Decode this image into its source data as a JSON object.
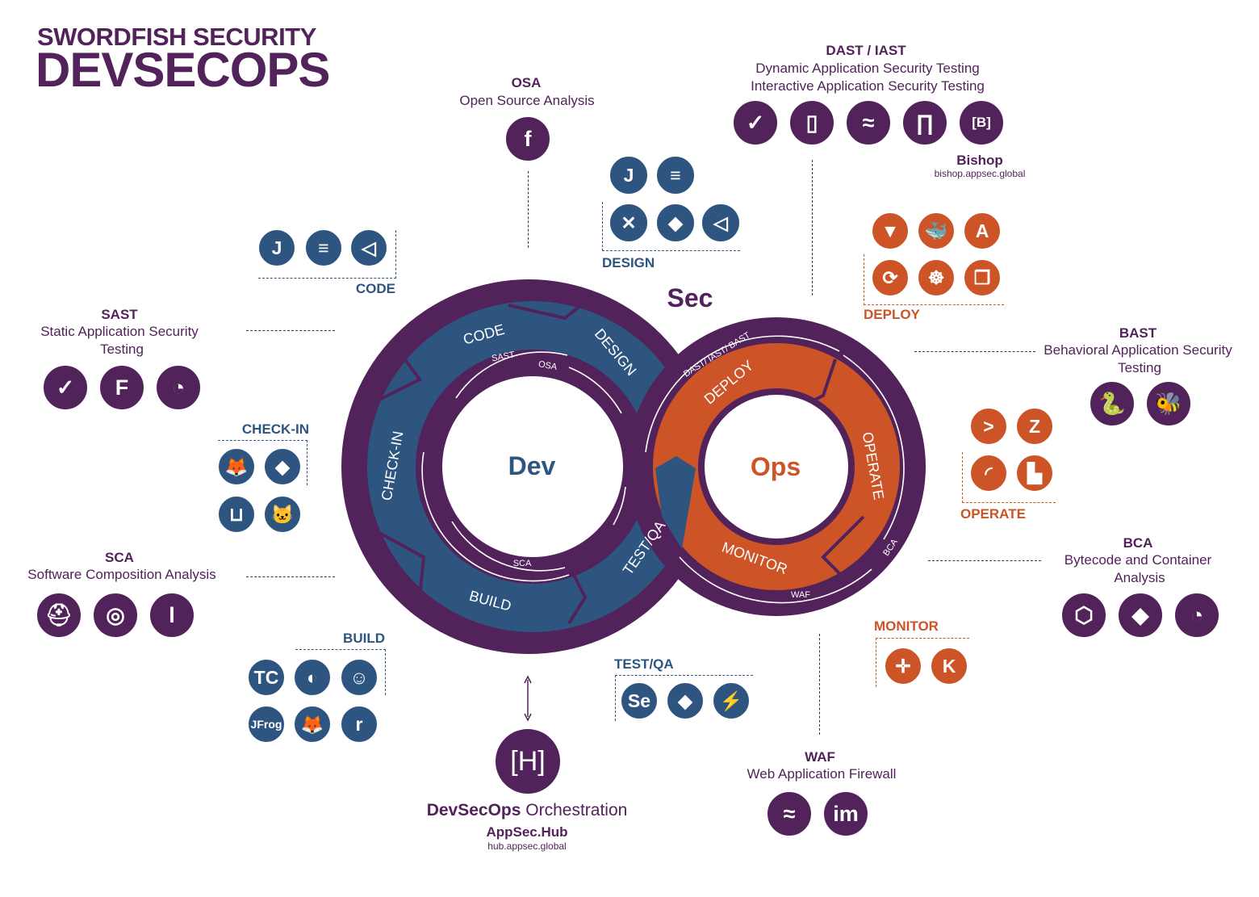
{
  "header": {
    "line1": "SWORDFISH SECURITY",
    "line2": "DEVSECOPS"
  },
  "diagram": {
    "sec_label": "Sec",
    "dev_label": "Dev",
    "ops_label": "Ops",
    "dev_stages": [
      "CODE",
      "DESIGN",
      "CHECK-IN",
      "BUILD",
      "TEST/QA"
    ],
    "ops_stages": [
      "DEPLOY",
      "OPERATE",
      "MONITOR"
    ],
    "dev_checks": [
      "SAST",
      "OSA",
      "SCA"
    ],
    "ops_checks": [
      "DAST/ IAST/ BAST",
      "BCA",
      "WAF"
    ],
    "colors": {
      "purple": "#52225a",
      "blue": "#2e5580",
      "orange": "#cc5427"
    }
  },
  "categories": {
    "osa": {
      "title": "OSA",
      "subtitle": "Open Source Analysis",
      "icons": [
        {
          "name": "fortify-icon",
          "glyph": "f"
        }
      ]
    },
    "dast": {
      "title": "DAST / IAST",
      "line1": "Dynamic Application Security Testing",
      "line2": "Interactive Application Security Testing",
      "icons": [
        {
          "name": "checkmarx-icon",
          "glyph": "✓"
        },
        {
          "name": "book-icon",
          "glyph": "▯"
        },
        {
          "name": "zap-wave-icon",
          "glyph": "≈"
        },
        {
          "name": "bracket-icon",
          "glyph": "∏"
        },
        {
          "name": "bishop-icon",
          "glyph": "[B]"
        }
      ],
      "product": "Bishop",
      "product_url": "bishop.appsec.global"
    },
    "sast": {
      "title": "SAST",
      "line1": "Static Application Security",
      "line2": "Testing",
      "icons": [
        {
          "name": "checkmarx-icon",
          "glyph": "✓"
        },
        {
          "name": "fortify-icon",
          "glyph": "F"
        },
        {
          "name": "sonar-icon",
          "glyph": "◔"
        }
      ]
    },
    "sca": {
      "title": "SCA",
      "subtitle": "Software Composition Analysis",
      "icons": [
        {
          "name": "helmet-icon",
          "glyph": "⛑"
        },
        {
          "name": "swirl-icon",
          "glyph": "◎"
        },
        {
          "name": "nexus-icon",
          "glyph": "l"
        }
      ]
    },
    "bast": {
      "title": "BAST",
      "line1": "Behavioral Application Security",
      "line2": "Testing",
      "icons": [
        {
          "name": "python-icon",
          "glyph": "🐍"
        },
        {
          "name": "bee-icon",
          "glyph": "🐝"
        }
      ]
    },
    "bca": {
      "title": "BCA",
      "line1": "Bytecode and Container",
      "line2": "Analysis",
      "icons": [
        {
          "name": "cube-icon",
          "glyph": "⬡"
        },
        {
          "name": "diamond-icon",
          "glyph": "◆"
        },
        {
          "name": "sonar-icon",
          "glyph": "◔"
        }
      ]
    },
    "waf": {
      "title": "WAF",
      "subtitle": "Web Application Firewall",
      "icons": [
        {
          "name": "zap-wave-icon",
          "glyph": "≈"
        },
        {
          "name": "imperva-icon",
          "glyph": "im"
        }
      ]
    },
    "orchestration": {
      "title_bold": "DevSecOps",
      "title_rest": " Orchestration",
      "product": "AppSec.Hub",
      "product_url": "hub.appsec.global",
      "icon": {
        "name": "appsec-hub-icon",
        "glyph": "[H]"
      }
    }
  },
  "tool_groups": {
    "design": {
      "label": "DESIGN",
      "icons": [
        {
          "name": "jira-icon",
          "glyph": "J"
        },
        {
          "name": "eclipse-icon",
          "glyph": "≡"
        },
        {
          "name": "confluence-icon",
          "glyph": "✕"
        },
        {
          "name": "diamond-icon",
          "glyph": "◆"
        },
        {
          "name": "vscode-icon",
          "glyph": "◁"
        }
      ]
    },
    "code": {
      "label": "CODE",
      "icons": [
        {
          "name": "jira-icon",
          "glyph": "J"
        },
        {
          "name": "eclipse-icon",
          "glyph": "≡"
        },
        {
          "name": "vscode-icon",
          "glyph": "◁"
        }
      ]
    },
    "checkin": {
      "label": "CHECK-IN",
      "icons": [
        {
          "name": "gitlab-icon",
          "glyph": "🦊"
        },
        {
          "name": "git-icon",
          "glyph": "◆"
        },
        {
          "name": "bitbucket-icon",
          "glyph": "⊔"
        },
        {
          "name": "github-icon",
          "glyph": "🐱"
        }
      ]
    },
    "build": {
      "label": "BUILD",
      "icons": [
        {
          "name": "teamcity-icon",
          "glyph": "TC"
        },
        {
          "name": "circleci-icon",
          "glyph": "◐"
        },
        {
          "name": "jenkins-icon",
          "glyph": "☺"
        },
        {
          "name": "jfrog-icon",
          "glyph": "JFrog"
        },
        {
          "name": "gitlab-icon",
          "glyph": "🦊"
        },
        {
          "name": "registry-icon",
          "glyph": "r"
        }
      ]
    },
    "testqa": {
      "label": "TEST/QA",
      "icons": [
        {
          "name": "selenium-icon",
          "glyph": "Se"
        },
        {
          "name": "diamond-icon",
          "glyph": "◆"
        },
        {
          "name": "lightning-icon",
          "glyph": "⚡"
        }
      ]
    },
    "deploy": {
      "label": "DEPLOY",
      "icons": [
        {
          "name": "vault-icon",
          "glyph": "▼"
        },
        {
          "name": "docker-icon",
          "glyph": "🐳"
        },
        {
          "name": "ansible-icon",
          "glyph": "A"
        },
        {
          "name": "refresh-icon",
          "glyph": "⟳"
        },
        {
          "name": "kubernetes-icon",
          "glyph": "☸"
        },
        {
          "name": "layers-icon",
          "glyph": "❐"
        }
      ]
    },
    "operate": {
      "label": "OPERATE",
      "icons": [
        {
          "name": "terminal-icon",
          "glyph": ">"
        },
        {
          "name": "zabbix-icon",
          "glyph": "Z"
        },
        {
          "name": "arc-icon",
          "glyph": "◜"
        },
        {
          "name": "l-shape-icon",
          "glyph": "▙"
        }
      ]
    },
    "monitor": {
      "label": "MONITOR",
      "icons": [
        {
          "name": "tableau-icon",
          "glyph": "✛"
        },
        {
          "name": "kibana-icon",
          "glyph": "K"
        }
      ]
    }
  }
}
